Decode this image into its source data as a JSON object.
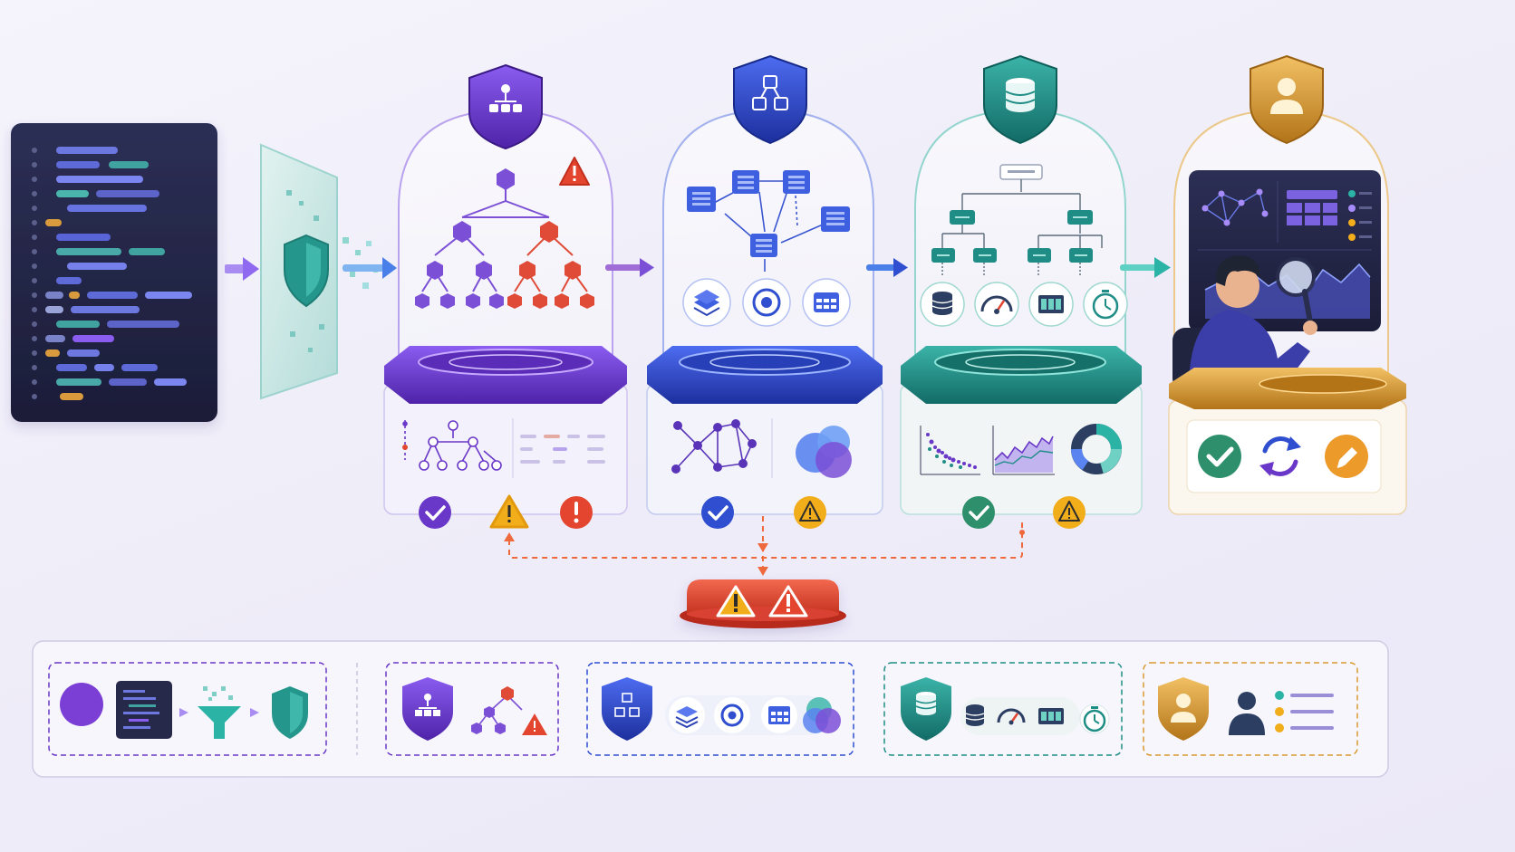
{
  "colors": {
    "purple": "#6a38c8",
    "blue": "#2f4fd0",
    "teal": "#1f8d86",
    "gold": "#d89a2e",
    "red": "#e3452f",
    "amber": "#f2ad1b",
    "green": "#2e8f6c",
    "code_bg": "#27294a"
  },
  "stages": [
    {
      "key": "ingest",
      "icon": "shield-icon"
    },
    {
      "key": "hierarchy",
      "icon": "hierarchy-shield-icon",
      "color": "purple",
      "statuses": [
        "check",
        "warning",
        "error"
      ]
    },
    {
      "key": "graph",
      "icon": "cubes-shield-icon",
      "color": "blue",
      "statuses": [
        "check",
        "warning"
      ]
    },
    {
      "key": "database",
      "icon": "database-shield-icon",
      "color": "teal",
      "statuses": [
        "check",
        "warning"
      ]
    },
    {
      "key": "review",
      "icon": "user-shield-icon",
      "color": "gold",
      "actions": [
        "approve",
        "refresh",
        "edit"
      ]
    }
  ],
  "alert_hub": {
    "icons": [
      "warning-icon",
      "warning-icon"
    ]
  },
  "legend": [
    {
      "key": "ingest",
      "icons": [
        "dot-icon",
        "code-icon",
        "funnel-icon",
        "shield-icon"
      ]
    },
    {
      "key": "hierarchy",
      "icons": [
        "hierarchy-shield-icon",
        "tree-warning-icon"
      ]
    },
    {
      "key": "graph",
      "icons": [
        "cubes-shield-icon",
        "layers-icon",
        "target-icon",
        "table-icon",
        "venn-icon"
      ]
    },
    {
      "key": "database",
      "icons": [
        "database-shield-icon",
        "database-icon",
        "gauge-icon",
        "table-icon",
        "timer-icon"
      ]
    },
    {
      "key": "review",
      "icons": [
        "user-shield-icon",
        "person-icon",
        "checklist-icon"
      ]
    }
  ]
}
